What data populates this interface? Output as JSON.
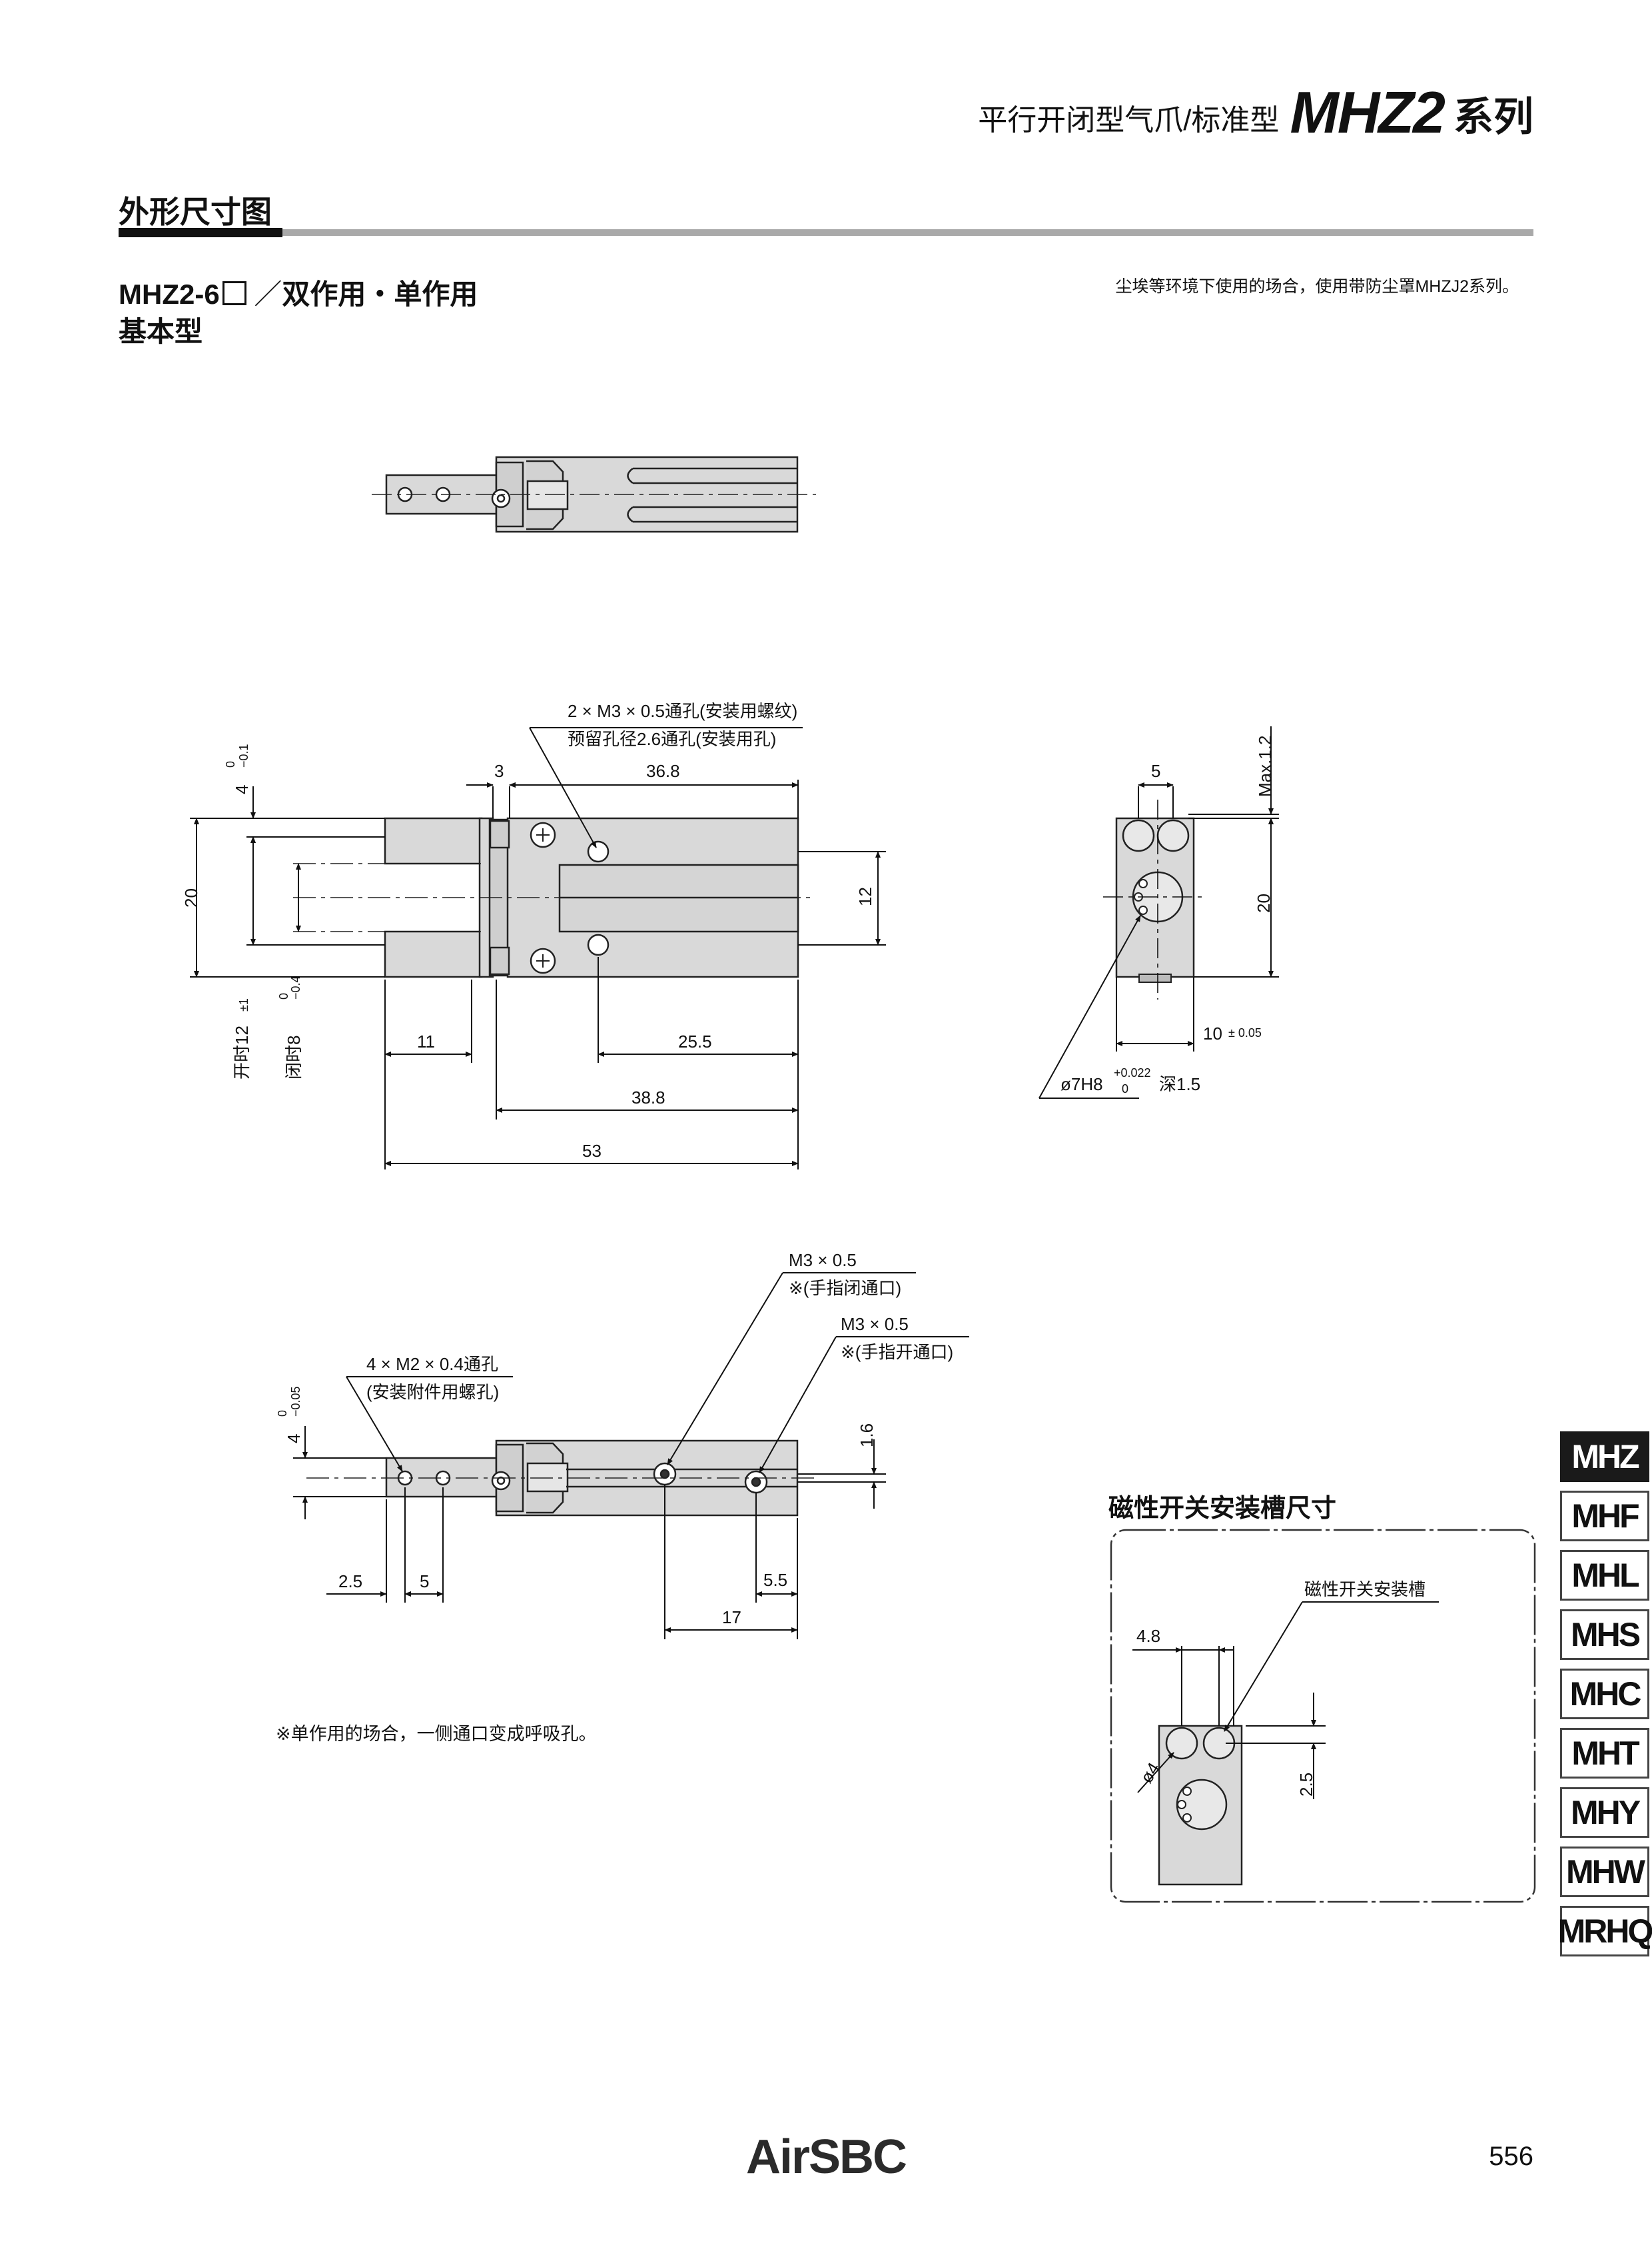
{
  "header": {
    "subtitle": "平行开闭型气爪/标准型",
    "model": "MHZ2",
    "series_word": "系列"
  },
  "section": {
    "title": "外形尺寸图"
  },
  "model_line": {
    "model": "MHZ2-6",
    "slash": "／",
    "actuation": "双作用・单作用"
  },
  "subtype": "基本型",
  "note_top": "尘埃等环境下使用的场合，使用带防尘罩MHZJ2系列。",
  "note_bottom": "※单作用的场合，一侧通口变成呼吸孔。",
  "front_view": {
    "callout_thread": "2 × M3 × 0.5通孔(安装用螺纹)",
    "callout_pilot": "预留孔径2.6通孔(安装用孔)",
    "dims": {
      "d3": "3",
      "d36_8": "36.8",
      "d4": "4",
      "d4_tol_upper": "0",
      "d4_tol_lower": "−0.1",
      "d20": "20",
      "d12": "12",
      "open12": "开时12",
      "open12_tol": "±1",
      "close8": "闭时8",
      "close8_tol_upper": "0",
      "close8_tol_lower": "−0.4",
      "d11": "11",
      "d25_5": "25.5",
      "d38_8": "38.8",
      "d53": "53"
    }
  },
  "side_view": {
    "dims": {
      "d5": "5",
      "max1_2": "Max.1.2",
      "d20": "20",
      "d10": "10",
      "d10_tol": "± 0.05",
      "bore": "ø7H8",
      "bore_tol_upper": "+0.022",
      "bore_tol_lower": "0",
      "bore_depth": "深1.5"
    }
  },
  "bottom_view": {
    "callout_close_port": "M3 × 0.5",
    "callout_close_port_note": "※(手指闭通口)",
    "callout_open_port": "M3 × 0.5",
    "callout_open_port_note": "※(手指开通口)",
    "callout_attach": "4 × M2 × 0.4通孔",
    "callout_attach_note": "(安装附件用螺孔)",
    "dims": {
      "d4": "4",
      "d4_tol_upper": "0",
      "d4_tol_lower": "−0.05",
      "d1_6": "1.6",
      "d2_5": "2.5",
      "d5": "5",
      "d5_5": "5.5",
      "d17": "17"
    }
  },
  "switch_slot": {
    "title": "磁性开关安装槽尺寸",
    "label": "磁性开关安装槽",
    "dims": {
      "d4_8": "4.8",
      "dia4": "ø4",
      "d2_5": "2.5"
    }
  },
  "side_tabs": [
    "MHZ",
    "MHF",
    "MHL",
    "MHS",
    "MHC",
    "MHT",
    "MHY",
    "MHW",
    "MRHQ"
  ],
  "logo": "AirSBC",
  "page_number": "556"
}
